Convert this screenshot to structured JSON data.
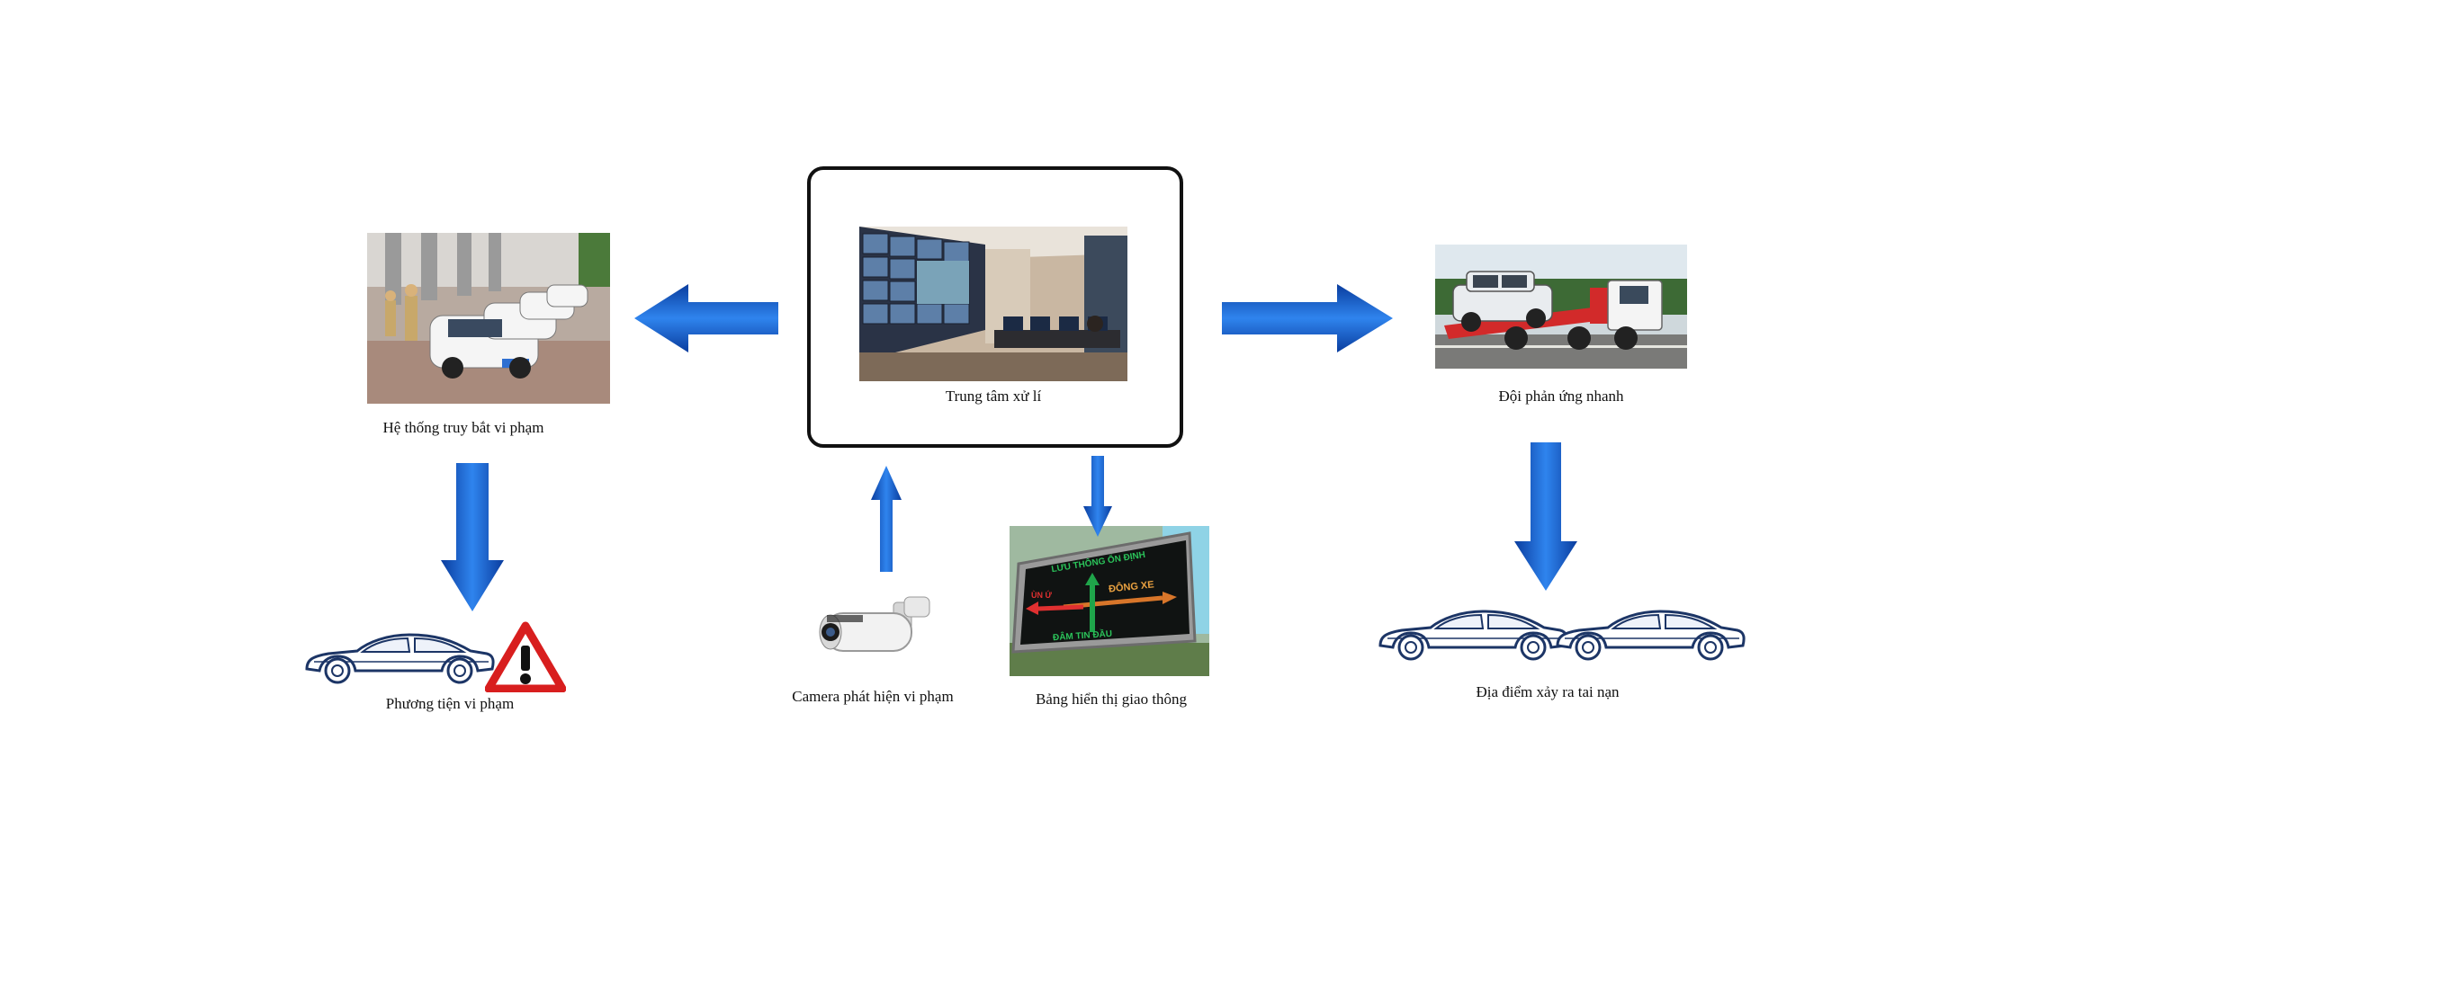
{
  "nodes": {
    "center": {
      "label": "Trung tâm xử lí"
    },
    "enforcement": {
      "label": "Hệ thống truy bắt  vi phạm"
    },
    "response": {
      "label": "Đội phản ứng nhanh"
    },
    "violator": {
      "label": "Phương tiện vi phạm"
    },
    "camera": {
      "label": "Camera phát hiện vi phạm"
    },
    "board": {
      "label": "Bảng hiển thị giao thông",
      "sign_text": {
        "top": "LƯU THÔNG ỔN ĐỊNH",
        "left": "ÙN Ứ",
        "right": "ĐÔNG XE",
        "bottom": "ĐÂM TIN ĐẦU"
      }
    },
    "accident": {
      "label": "Địa điểm xảy ra tai nạn"
    }
  },
  "colors": {
    "arrow_dark": "#0a3d9e",
    "arrow_light": "#2a7ae8",
    "car_outline": "#1c3566",
    "warning_red": "#d81e1e"
  },
  "icons": {
    "warning": "warning-triangle-icon",
    "car": "car-outline-icon",
    "camera": "bullet-camera-icon"
  }
}
